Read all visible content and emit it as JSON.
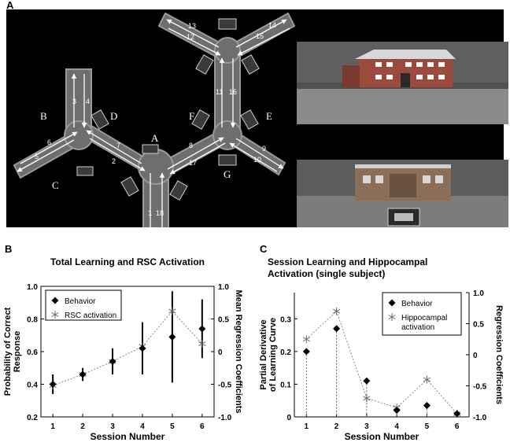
{
  "panels": {
    "a": {
      "letter": "A"
    },
    "b": {
      "letter": "B"
    },
    "c": {
      "letter": "C"
    }
  },
  "maze": {
    "arm_labels": [
      "A",
      "B",
      "C",
      "D",
      "E",
      "F",
      "G"
    ],
    "path_numbers": [
      "1",
      "2",
      "3",
      "4",
      "5",
      "6",
      "7",
      "8",
      "9",
      "10",
      "11",
      "12",
      "13",
      "14",
      "15",
      "16",
      "17",
      "18"
    ]
  },
  "chart_data": [
    {
      "type": "line",
      "title": "Total Learning and RSC Activation",
      "xlabel": "Session Number",
      "ylabel": "Probability of Correct Response",
      "ylabel_right": "Mean Regression Coefficients",
      "x": [
        1,
        2,
        3,
        4,
        5,
        6
      ],
      "xlim": [
        0.6,
        6.4
      ],
      "ylim": [
        0.2,
        1.0
      ],
      "yticks": [
        "0.2",
        "0.4",
        "0.6",
        "0.8",
        "1.0"
      ],
      "ylim_right": [
        -1.0,
        1.0
      ],
      "yticks_right": [
        "-1.0",
        "-0.5",
        "0",
        "0.5",
        "1.0"
      ],
      "legend_position": "top-left",
      "series": [
        {
          "name": "Behavior",
          "marker": "diamond",
          "values": [
            0.4,
            0.46,
            0.54,
            0.62,
            0.69,
            0.74
          ]
        },
        {
          "name": "RSC activation",
          "marker": "asterisk",
          "axis": "right",
          "values": [
            -0.52,
            -0.35,
            -0.15,
            0.08,
            0.62,
            0.12
          ]
        }
      ],
      "error_bars": {
        "Behavior": [
          0.06,
          0.04,
          0.08,
          0.16,
          0.28,
          0.18
        ]
      }
    },
    {
      "type": "line",
      "title": "Session Learning and Hippocampal Activation (single subject)",
      "xlabel": "Session Number",
      "ylabel": "Partial Derivative of Learning Curve",
      "ylabel_right": "Regression Coefficients",
      "x": [
        1,
        2,
        3,
        4,
        5,
        6
      ],
      "xlim": [
        0.6,
        6.4
      ],
      "ylim": [
        0.0,
        0.38
      ],
      "yticks": [
        "0",
        "0.1",
        "0.2",
        "0.3"
      ],
      "ylim_right": [
        -1.0,
        1.0
      ],
      "yticks_right": [
        "-1.0",
        "-0.5",
        "0",
        "0.5",
        "1.0"
      ],
      "legend_position": "top-right",
      "series": [
        {
          "name": "Behavior",
          "marker": "diamond",
          "values": [
            0.2,
            0.27,
            0.11,
            0.02,
            0.035,
            0.01
          ]
        },
        {
          "name": "Hippocampal activation",
          "marker": "asterisk",
          "axis": "right",
          "values": [
            0.25,
            0.7,
            -0.7,
            -0.85,
            -0.4,
            -0.95
          ]
        }
      ]
    }
  ]
}
